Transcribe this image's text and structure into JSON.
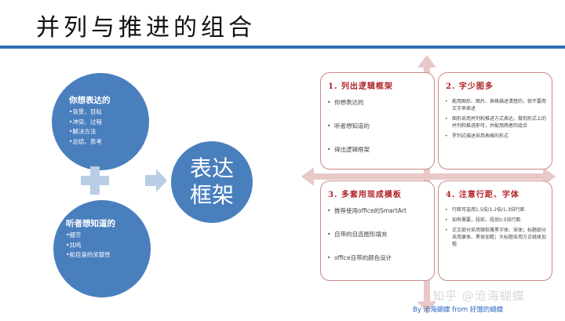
{
  "title": "并列与推进的组合",
  "circle_top": {
    "title": "你想表达的",
    "items": [
      "•背景、目标",
      "•冲突、过程",
      "•解决方法",
      "•总结、思考"
    ]
  },
  "circle_bottom": {
    "title": "听者想知道的",
    "items": [
      "•细节",
      "•共鸣",
      "•和自身的关联性"
    ]
  },
  "big_circle": {
    "line1": "表达",
    "line2": "框架"
  },
  "cards": [
    {
      "title": "1. 列出逻辑框架",
      "items": [
        "你想表达的",
        "听者想知道的",
        "得出逻辑框架"
      ]
    },
    {
      "title": "2. 字少图多",
      "items": [
        "能用图形、图片、表格描述清楚的，就不要用文字来表述",
        "图形采用并列和推进方式表达，做到形式上的并列和推进即可，并配用两者的组合",
        "罗列式描述采用表格的形式"
      ]
    },
    {
      "title": "3. 多套用现成模板",
      "items": [
        "推荐使用office的SmartArt",
        "自带的自选图形填充",
        "office自带的颜色设计"
      ]
    },
    {
      "title": "4. 注意行距、字体",
      "items": [
        "行距可选用1.5倍/1.2倍/1.3倍行距",
        "如有需要，段前、段后0.5倍行距",
        "正文部分采用微软雅黑字体、宋体；标题部分采用隶体、黑体加粗；大标题采用方正姚体加粗"
      ]
    }
  ],
  "watermark": "知乎 @沧海蝴蝶",
  "credit": "By 沧海蝴蝶 from 好饿的蝴蝶",
  "colors": {
    "accent_blue": "#4a7fbe",
    "card_red": "#b01f24",
    "axis_pink": "#e8c9c8"
  }
}
